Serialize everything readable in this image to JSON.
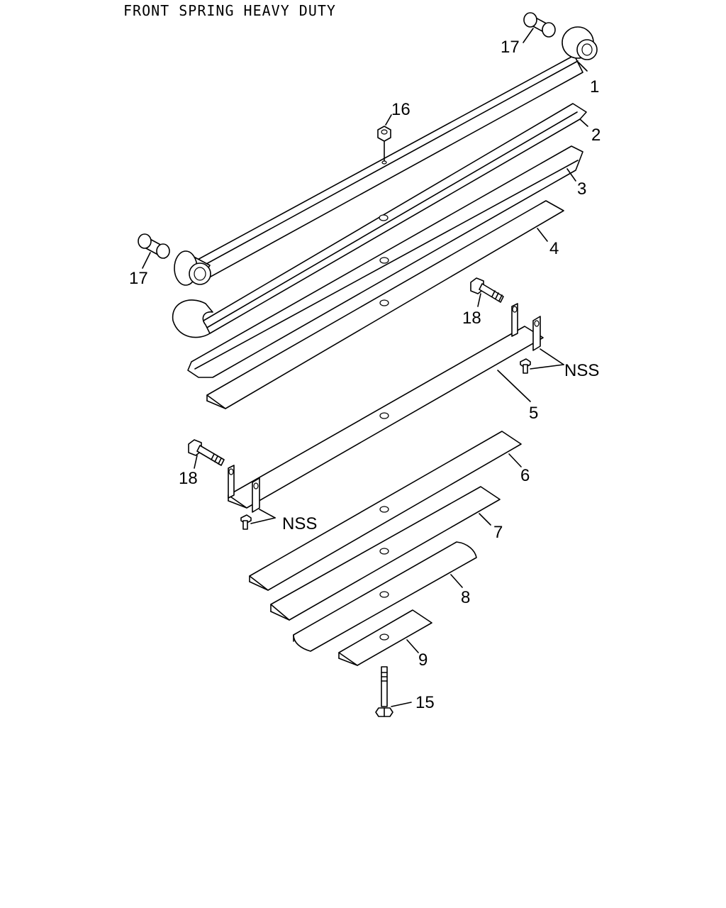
{
  "title": "FRONT SPRING HEAVY DUTY",
  "callouts": {
    "c1": "1",
    "c2": "2",
    "c3": "3",
    "c4": "4",
    "c5": "5",
    "c6": "6",
    "c7": "7",
    "c8": "8",
    "c9": "9",
    "c15": "15",
    "c16": "16",
    "c17a": "17",
    "c17b": "17",
    "c18a": "18",
    "c18b": "18",
    "nss_a": "NSS",
    "nss_b": "NSS"
  }
}
